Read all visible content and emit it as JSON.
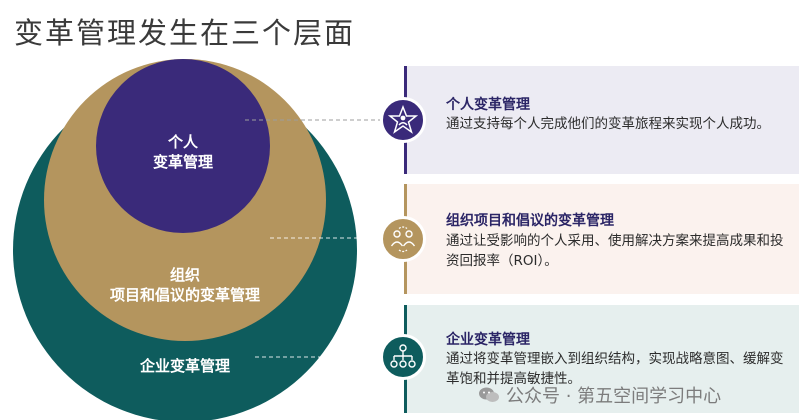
{
  "title": "变革管理发生在三个层面",
  "circles": {
    "individual": {
      "line1": "个人",
      "line2": "变革管理",
      "color": "#3a2a7a"
    },
    "organizational": {
      "line1": "组织",
      "line2": "项目和倡议的变革管理",
      "color": "#b4955e"
    },
    "enterprise": {
      "line1": "企业变革管理",
      "color": "#0e5c5d"
    }
  },
  "panels": [
    {
      "title": "个人变革管理",
      "text": "通过支持每个人完成他们的变革旅程来实现个人成功。",
      "icon": "star-person-icon",
      "accent": "#3a2a7a",
      "bg": "#ecebf3"
    },
    {
      "title": "组织项目和倡议的变革管理",
      "text": "通过让受影响的个人采用、使用解决方案来提高成果和投资回报率（ROI）。",
      "icon": "people-exchange-icon",
      "accent": "#b4955e",
      "bg": "#fbf2ee"
    },
    {
      "title": "企业变革管理",
      "text": "通过将变革管理嵌入到组织结构，实现战略意图、缓解变革饱和并提高敏捷性。",
      "icon": "org-structure-icon",
      "accent": "#0e5c5d",
      "bg": "#e6efee"
    }
  ],
  "watermark": "公众号 · 第五空间学习中心"
}
